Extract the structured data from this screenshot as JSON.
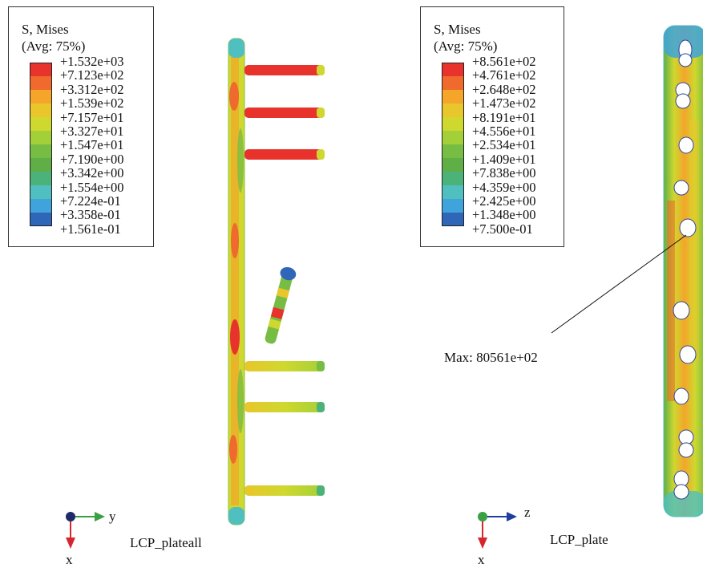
{
  "left_panel": {
    "legend": {
      "title": "S, Mises",
      "subtitle": "(Avg: 75%)",
      "values": [
        "+1.532e+03",
        "+7.123e+02",
        "+3.312e+02",
        "+1.539e+02",
        "+7.157e+01",
        "+3.327e+01",
        "+1.547e+01",
        "+7.190e+00",
        "+3.342e+00",
        "+1.554e+00",
        "+7.224e-01",
        "+3.358e-01",
        "+1.561e-01"
      ]
    },
    "model_name": "LCP_plateall",
    "axes": {
      "horizontal": "y",
      "vertical": "x"
    }
  },
  "right_panel": {
    "legend": {
      "title": "S, Mises",
      "subtitle": "(Avg: 75%)",
      "values": [
        "+8.561e+02",
        "+4.761e+02",
        "+2.648e+02",
        "+1.473e+02",
        "+8.191e+01",
        "+4.556e+01",
        "+2.534e+01",
        "+1.409e+01",
        "+7.838e+00",
        "+4.359e+00",
        "+2.425e+00",
        "+1.348e+00",
        "+7.500e-01"
      ]
    },
    "max_annotation": "Max: 80561e+02",
    "model_name": "LCP_plate",
    "axes": {
      "horizontal": "z",
      "vertical": "x"
    }
  },
  "colors": {
    "scale": [
      "#e8332d",
      "#ef6a2c",
      "#f4a52a",
      "#e9c62c",
      "#cfd82e",
      "#a3cf39",
      "#78bd43",
      "#5fae46",
      "#4bb27a",
      "#4fbfc0",
      "#40a3dc",
      "#2f66b8",
      "#2c4796"
    ]
  }
}
